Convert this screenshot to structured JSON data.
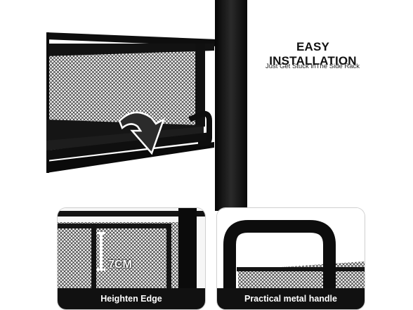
{
  "headline": "EASY INSTALLATION",
  "subline": "Just Get Stuck inThe Side Rack",
  "panels": {
    "left": {
      "caption": "Heighten Edge",
      "measure": "7CM"
    },
    "right": {
      "caption": "Practical metal handle"
    }
  },
  "colors": {
    "metal": "#111111",
    "mesh_bg": "#f2f2f2",
    "arrow": "#2b2b2b",
    "caption_bg": "#111111",
    "caption_text": "#ffffff"
  }
}
